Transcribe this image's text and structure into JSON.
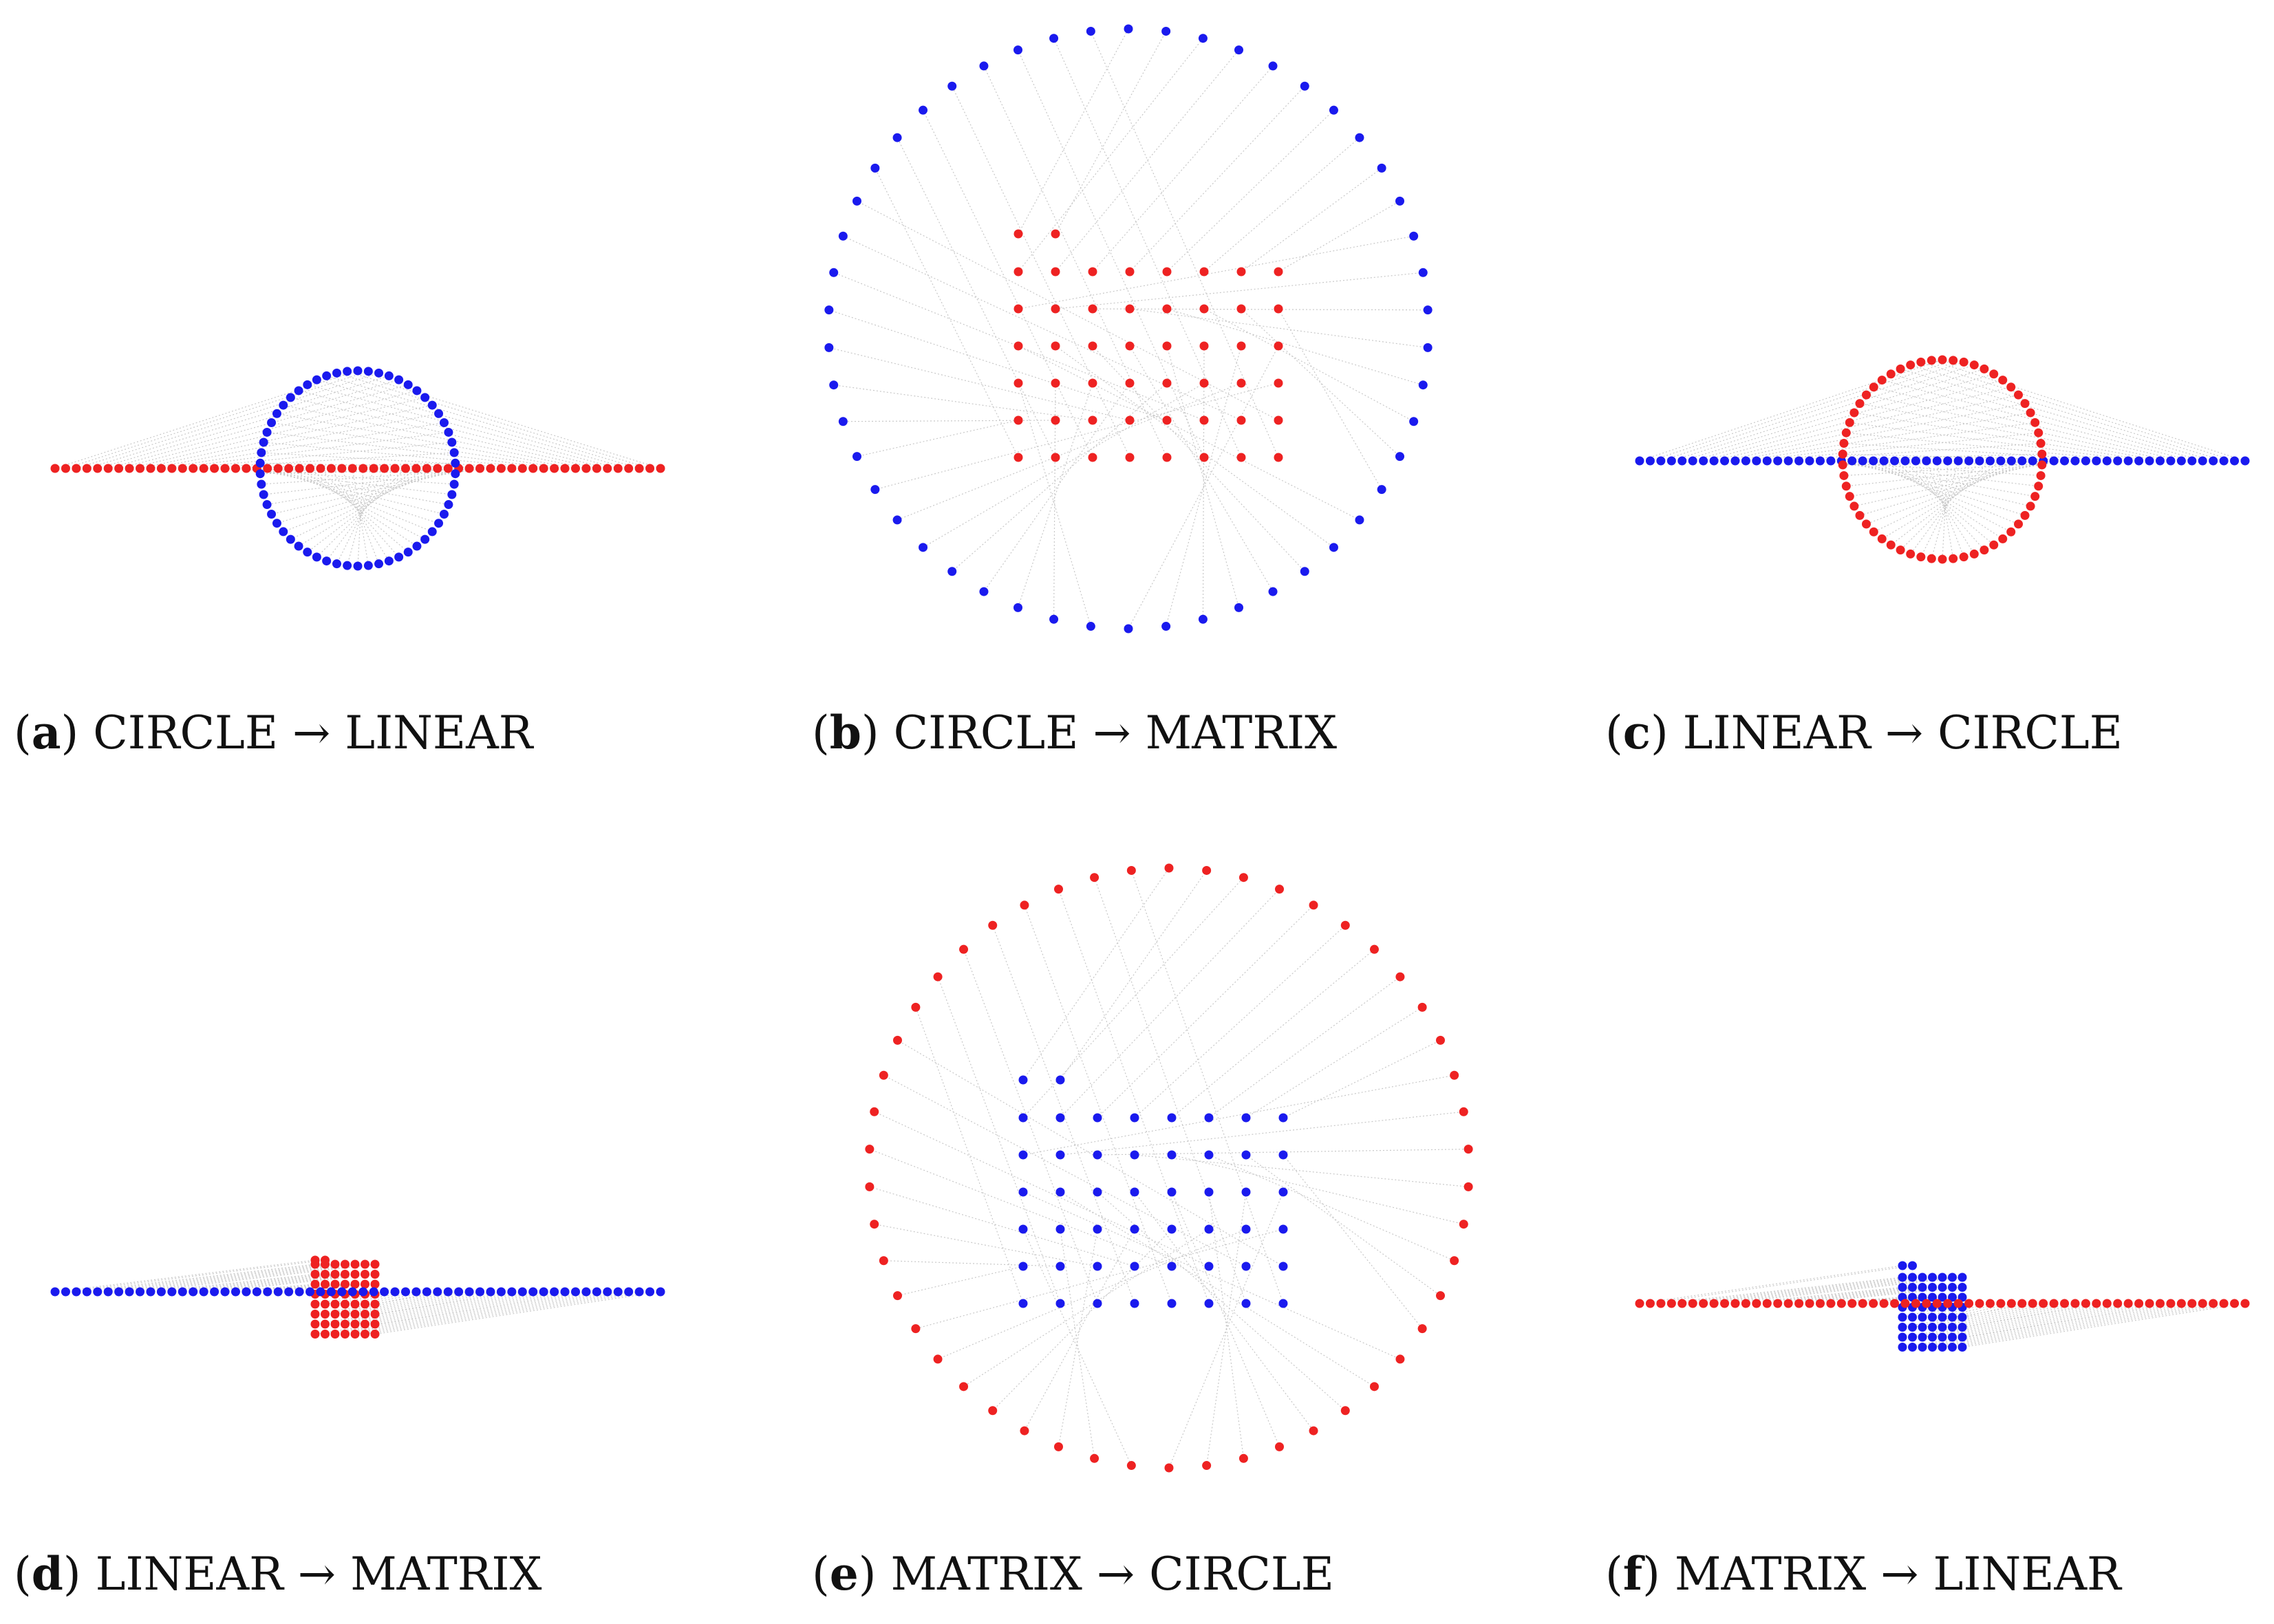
{
  "colors": {
    "red": "#ee2222",
    "blue": "#1a1aee",
    "edge": "#c8c8c8"
  },
  "panels": [
    {
      "id": "a",
      "tag": "a",
      "caption": "CIRCLE → LINEAR",
      "structure": {
        "kind": "linear-to-circle",
        "points": 58,
        "linear_color": "red",
        "circle_color": "blue"
      }
    },
    {
      "id": "b",
      "tag": "b",
      "caption": "CIRCLE → MATRIX",
      "structure": {
        "kind": "matrix-to-circle",
        "points": 50,
        "matrix_rows": 6,
        "matrix_cols": 8,
        "matrix_color": "red",
        "circle_color": "blue"
      }
    },
    {
      "id": "c",
      "tag": "c",
      "caption": "LINEAR → CIRCLE",
      "structure": {
        "kind": "linear-to-circle",
        "points": 58,
        "linear_color": "blue",
        "circle_color": "red"
      }
    },
    {
      "id": "d",
      "tag": "d",
      "caption": "LINEAR → MATRIX",
      "structure": {
        "kind": "linear-to-matrix",
        "points": 58,
        "matrix_rows": 8,
        "matrix_cols": 7,
        "linear_color": "blue",
        "matrix_color": "red"
      }
    },
    {
      "id": "e",
      "tag": "e",
      "caption": "MATRIX → CIRCLE",
      "structure": {
        "kind": "matrix-to-circle",
        "points": 50,
        "matrix_rows": 6,
        "matrix_cols": 8,
        "matrix_color": "blue",
        "circle_color": "red"
      }
    },
    {
      "id": "f",
      "tag": "f",
      "caption": "MATRIX → LINEAR",
      "structure": {
        "kind": "linear-to-matrix",
        "points": 58,
        "matrix_rows": 8,
        "matrix_cols": 7,
        "linear_color": "red",
        "matrix_color": "blue"
      }
    }
  ]
}
